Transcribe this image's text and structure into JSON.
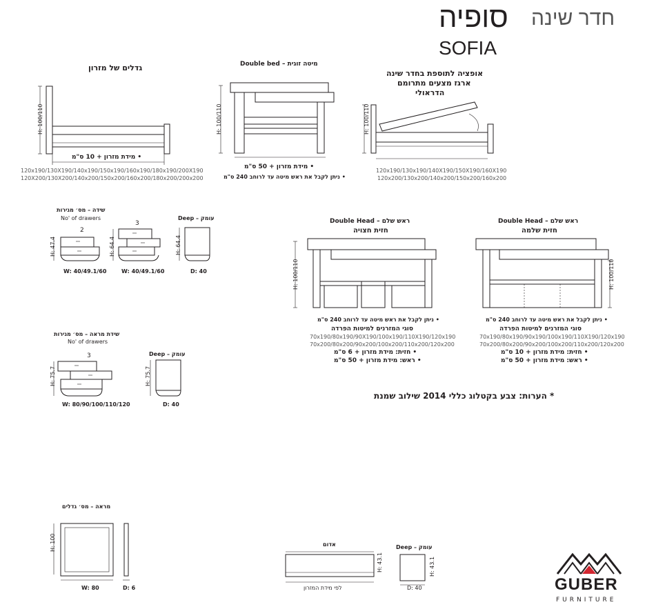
{
  "header": {
    "title_he": "סופיה",
    "subtitle_he": "חדר שינה",
    "title_en": "SOFIA"
  },
  "mattress_sizes": {
    "title": "גדלים של מזרון",
    "note": "• מידת מזרון + 10 ס\"מ",
    "height": "H: 100/110",
    "sizes_row1": "120x190/130X190/140x190/150x190/160x190/180x190/200X190",
    "sizes_row2": "120X200/130X200/140x200/150x200/160x200/180x200/200x200"
  },
  "double_bed": {
    "title": "Double bed – מיטה זוגית",
    "height": "H: 100/110",
    "note1": "• מידת מזרון + 50 ס\"מ",
    "note2": "• ניתן לקבל את ראש מיטה עד לרוחב 240 ס\"מ"
  },
  "hydraulic": {
    "title_l1": "אופציה לתוספת בחדר שינה",
    "title_l2": "ארגז מצעים מתרומם",
    "title_l3": "הדראולי",
    "height": "H: 100/110",
    "sizes_row1": "120x190/130x190/140X190/150X190/160X190",
    "sizes_row2": "120x200/130x200/140x200/150x200/160x200"
  },
  "nightstand": {
    "title": "שידה – מס׳ מגירות",
    "subtitle": "No' of drawers",
    "count_a": "2",
    "count_b": "3",
    "height_a": "H: 47.4",
    "height_b": "H: 64.4",
    "width_a": "W: 40/49.1/60",
    "width_b": "W: 40/49.1/60",
    "deep_title": "Deep – עומק",
    "deep_height": "H: 64.4",
    "deep_value": "D: 40"
  },
  "dresser": {
    "title": "שידת מראה – מס׳ מגירות",
    "subtitle": "No' of drawers",
    "count": "3",
    "height": "H: 75.7",
    "width": "W: 80/90/100/110/120",
    "deep_title": "Deep – עומק",
    "deep_height": "H: 75.7",
    "deep_value": "D: 40"
  },
  "half_head": {
    "title": "Double Head – ראש שלם",
    "subtitle": "חזית חצויה",
    "height": "H: 100/110",
    "note1": "• ניתן לקבל את ראש מיטה עד לרוחב 240 ס\"מ",
    "note2": "סוגי המזרנים למיטות הפרדה",
    "sizes_row1": "70x190/80x190/90X190/100x190/110X190/120x190",
    "sizes_row2": "70x200/80x200/90x200/100x200/110x200/120x200",
    "note3": "• חזית: מידת מזרון + 6 ס\"מ",
    "note4": "• ראש: מידת מזרון + 50 ס\"מ"
  },
  "full_head": {
    "title": "Double Head – ראש שלם",
    "subtitle": "חזית שלמה",
    "height": "H: 100/110",
    "note1": "• ניתן לקבל את ראש מיטה עד לרוחב 240 ס\"מ",
    "note2": "סוגי המזרנים למיטות הפרדה",
    "sizes_row1": "70x190/80x190/90x190/100x190/110X190/120x190",
    "sizes_row2": "70x200/80x200/90x200/100x200/110x200/120x200",
    "note3": "• חזית: מידת מזרון + 10 ס\"מ",
    "note4": "• ראש: מידת מזרון + 50 ס\"מ"
  },
  "remarks": "* הערות: צבע בקטלוג כללי 2014 שילוב שמנת",
  "mirror": {
    "title": "מראה – מס׳ גדלים",
    "height": "H: 100",
    "width": "W: 80",
    "depth": "D: 6"
  },
  "bench": {
    "title": "אדום",
    "height": "H: 43.1",
    "note": "לפי מידת המזרון",
    "deep_title": "Deep – עומק",
    "deep_height": "H: 43.1",
    "deep_value": "D: 40"
  },
  "logo": {
    "brand": "GUBER",
    "tagline": "FURNITURE"
  }
}
